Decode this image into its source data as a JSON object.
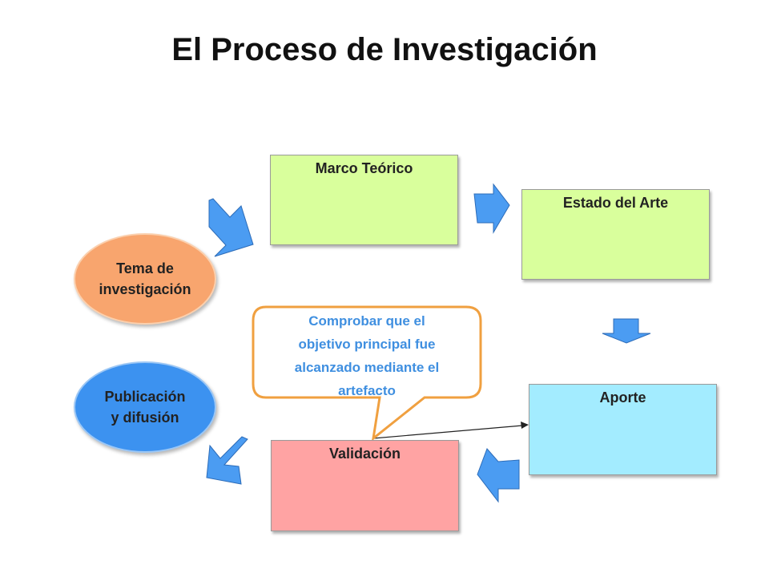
{
  "title": "El Proceso de Investigación",
  "nodes": {
    "tema": {
      "lines": [
        "Tema de",
        "investigación"
      ]
    },
    "marco": {
      "label": "Marco Teórico"
    },
    "estado": {
      "label": "Estado del Arte"
    },
    "aporte": {
      "label": "Aporte"
    },
    "validacion": {
      "label": "Validación"
    },
    "publicacion": {
      "lines": [
        "Publicación",
        "y difusión"
      ]
    }
  },
  "callout": {
    "lines": [
      "Comprobar que el",
      "objetivo principal fue",
      "alcanzado mediante el",
      "artefacto"
    ]
  },
  "colors": {
    "green_box": "#d9ff9c",
    "blue_box": "#a3ecff",
    "red_box": "#ffa3a3",
    "orange_oval": "#f8a56e",
    "blue_oval": "#3c92f0",
    "arrow_fill": "#4b9cf2",
    "callout_border": "#f0a040",
    "callout_text": "#3f8fe0"
  }
}
